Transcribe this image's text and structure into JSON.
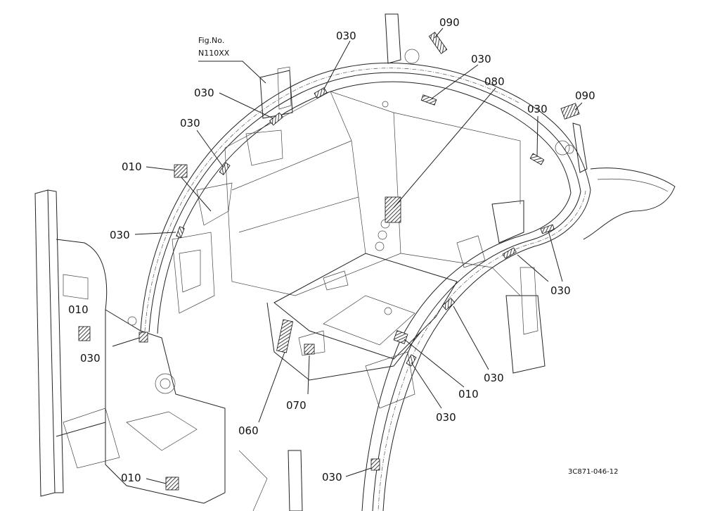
{
  "figure": {
    "fig_no_label": "Fig.No.",
    "fig_no_value": "N110XX",
    "drawing_number": "3C871-046-12"
  },
  "callouts": [
    {
      "id": "090-top",
      "text": "090"
    },
    {
      "id": "030-top",
      "text": "030"
    },
    {
      "id": "030-topright",
      "text": "030"
    },
    {
      "id": "080",
      "text": "080"
    },
    {
      "id": "090-right",
      "text": "090"
    },
    {
      "id": "030-right",
      "text": "030"
    },
    {
      "id": "030-upleft",
      "text": "030"
    },
    {
      "id": "030-left1",
      "text": "030"
    },
    {
      "id": "010-left",
      "text": "010"
    },
    {
      "id": "030-left2",
      "text": "030"
    },
    {
      "id": "010-lowleft",
      "text": "010"
    },
    {
      "id": "030-lowleft",
      "text": "030"
    },
    {
      "id": "030-farright",
      "text": "030"
    },
    {
      "id": "030-midright",
      "text": "030"
    },
    {
      "id": "010-mid",
      "text": "010"
    },
    {
      "id": "030-lowmid",
      "text": "030"
    },
    {
      "id": "070",
      "text": "070"
    },
    {
      "id": "060",
      "text": "060"
    },
    {
      "id": "010-bottom",
      "text": "010"
    },
    {
      "id": "030-bottom",
      "text": "030"
    }
  ]
}
